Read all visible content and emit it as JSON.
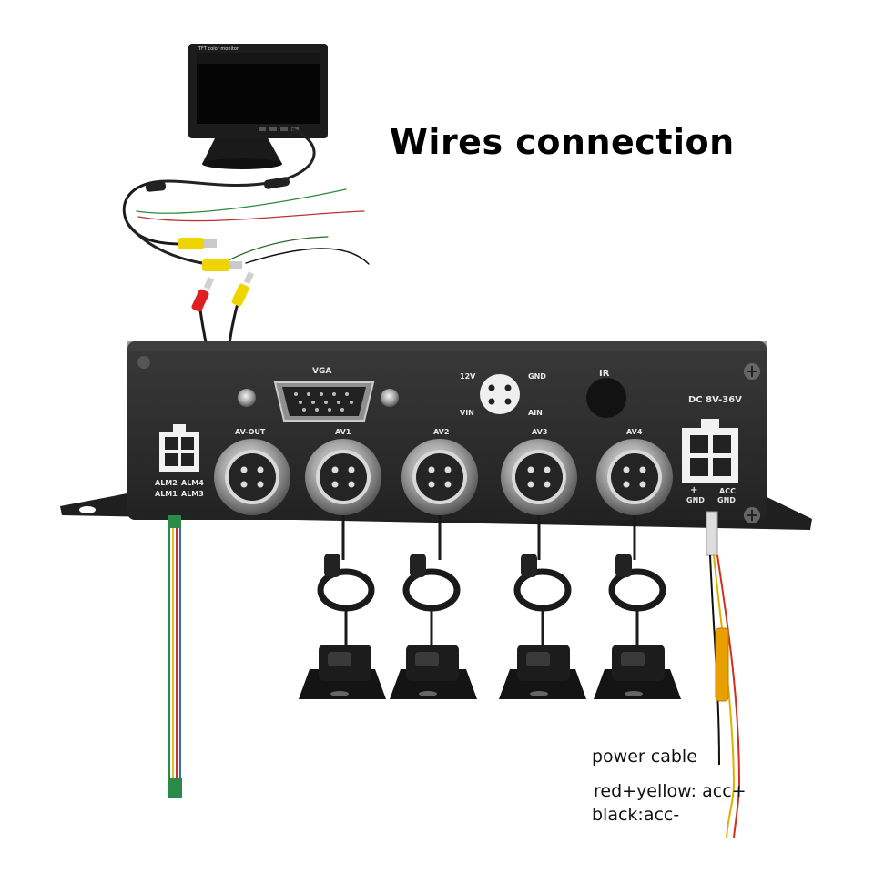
{
  "title": "Wires connection",
  "monitor": {
    "screen_label": "TFT color monitor"
  },
  "device": {
    "labels": {
      "vga": "VGA",
      "power_12v": "12V",
      "gnd_top": "GND",
      "vin": "VIN",
      "ain": "AIN",
      "ir": "IR",
      "dc": "DC 8V-36V",
      "av_out": "AV-OUT",
      "av1": "AV1",
      "av2": "AV2",
      "av3": "AV3",
      "av4": "AV4",
      "alm2": "ALM2",
      "alm4": "ALM4",
      "alm1": "ALM1",
      "alm3": "ALM3",
      "plus": "+",
      "gnd_left": "GND",
      "acc": "ACC",
      "gnd_right": "GND"
    }
  },
  "captions": {
    "power_cable": "power cable",
    "red_yellow": "red+yellow: acc+",
    "black": "black:acc-"
  },
  "colors": {
    "device_body": "#2c2b2b",
    "connector_metal": "#b8b8b8",
    "rca_yellow": "#f0d400",
    "rca_red": "#e02020"
  }
}
